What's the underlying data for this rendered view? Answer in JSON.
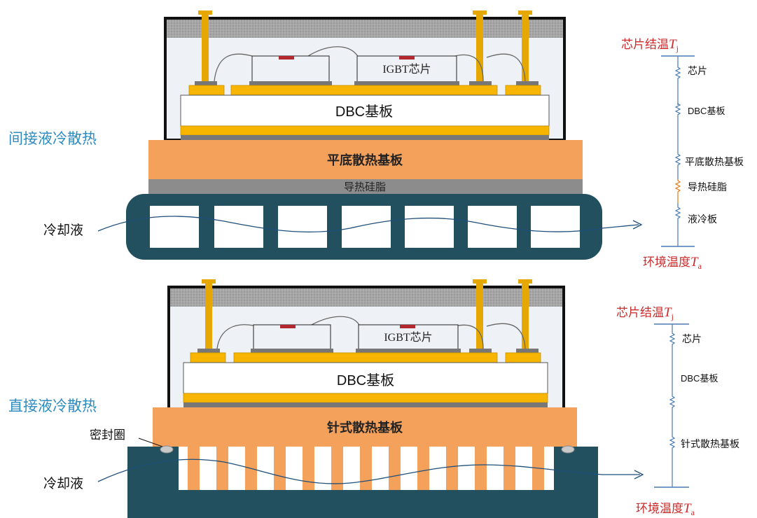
{
  "top": {
    "side_label": "间接液冷散热",
    "chip_label": "IGBT芯片",
    "dbc_label": "DBC基板",
    "base_label": "平底散热基板",
    "grease_label": "导热硅脂",
    "coolant_label": "冷却液",
    "thermal": {
      "top_label": "芯片结温",
      "top_symbol": "T",
      "top_sub": "j",
      "items": [
        "芯片",
        "DBC基板",
        "平底散热基板",
        "导热硅脂",
        "液冷板"
      ],
      "bottom_label": "环境温度",
      "bottom_symbol": "T",
      "bottom_sub": "a"
    }
  },
  "bottom": {
    "side_label": "直接液冷散热",
    "chip_label": "IGBT芯片",
    "dbc_label": "DBC基板",
    "base_label": "针式散热基板",
    "seal_label": "密封圈",
    "coolant_label": "冷却液",
    "thermal": {
      "top_label": "芯片结温",
      "top_symbol": "T",
      "top_sub": "j",
      "items": [
        "芯片",
        "DBC基板",
        "针式散热基板"
      ],
      "bottom_label": "环境温度",
      "bottom_symbol": "T",
      "bottom_sub": "a"
    }
  },
  "colors": {
    "copper": "#f7b500",
    "base": "#f4a15c",
    "cold_plate": "#22505f",
    "label_blue": "#2e8bc0",
    "label_red": "#cc2a2a",
    "chip_mark": "#b3272e",
    "pin": "#e6a800",
    "grease": "#8c8c8c",
    "lid": "#9a9a9a",
    "housing_fill": "#eef2f6"
  }
}
